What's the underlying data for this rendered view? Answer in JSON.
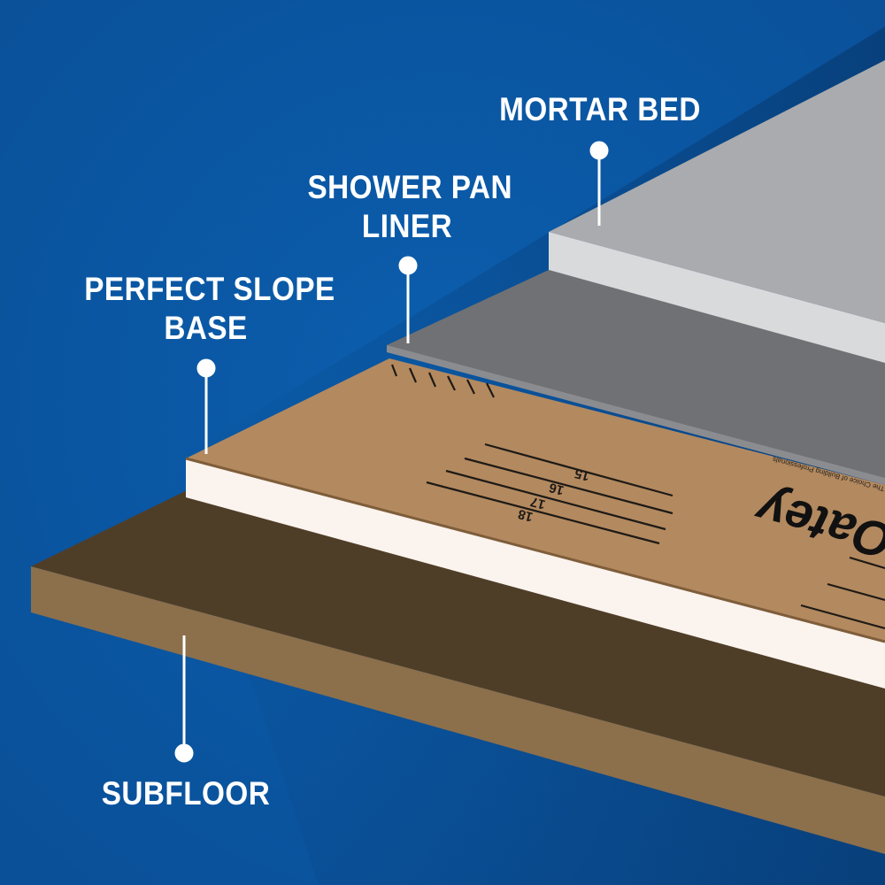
{
  "labels": {
    "mortar_bed": "MORTAR BED",
    "shower_pan_liner": [
      "SHOWER PAN",
      "LINER"
    ],
    "perfect_slope_base": [
      "PERFECT SLOPE",
      "BASE"
    ],
    "subfloor": "SUBFLOOR"
  },
  "printed_marks": {
    "brand": "Oatey",
    "tagline": "The Choice of Building Professionals",
    "slope_numbers": [
      "15",
      "16",
      "17",
      "18"
    ]
  },
  "colors": {
    "background": "#0c5aa5",
    "mortar_bed": "#a9abae",
    "mortar_bed_edge": "#d9dadc",
    "shower_pan_liner": "#707174",
    "slope_base_top": "#b3895f",
    "slope_base_foam": "#fbf3ee",
    "subfloor_top": "#4f3e27",
    "subfloor_edge": "#8c6f4b",
    "callout": "#ffffff"
  }
}
